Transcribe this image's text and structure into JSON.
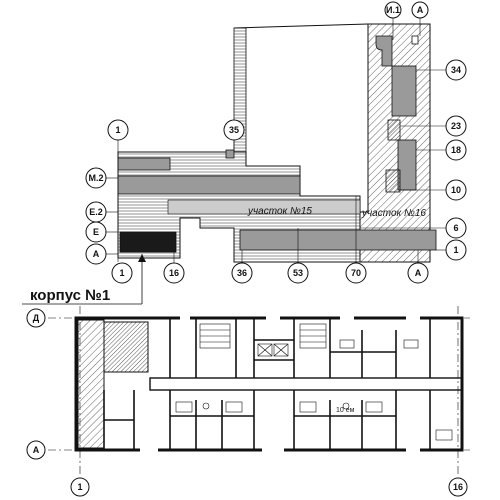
{
  "site_plan": {
    "plots": [
      "участок №15",
      "участок №16"
    ],
    "axis_labels": {
      "top_right": [
        "И.1",
        "А"
      ],
      "right": [
        "34",
        "23",
        "18",
        "10",
        "6",
        "1"
      ],
      "left": [
        "М.2",
        "Е.2",
        "Е",
        "А"
      ],
      "mid_top": [
        "1",
        "35"
      ],
      "bottom": [
        "1",
        "16",
        "36",
        "53",
        "70",
        "А"
      ]
    }
  },
  "building": {
    "title": "корпус №1",
    "axis_labels": {
      "top": "Д",
      "bottom": "А",
      "left": "1",
      "right": "16"
    },
    "room_labels": [
      "10 ем"
    ]
  },
  "colors": {
    "line": "#111111",
    "hatch": "#555555",
    "dark_fill": "#1a1a1a",
    "grey_fill": "#8a8a8a"
  }
}
